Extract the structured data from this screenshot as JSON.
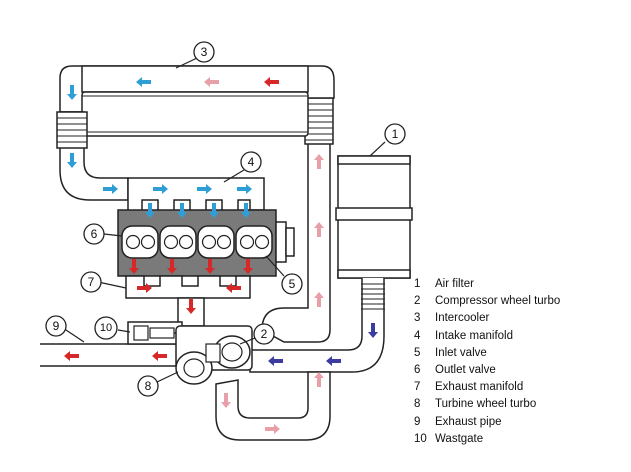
{
  "colors": {
    "outline": "#222222",
    "pipe_fill": "#ffffff",
    "engine_block": "#7a7a7a",
    "arrow_cool": "#2e9fd6",
    "arrow_warm": "#e8a0a8",
    "arrow_hot": "#d62828",
    "arrow_intake": "#3b3ba0"
  },
  "components": [
    {
      "number": "1",
      "name": "Air filter"
    },
    {
      "number": "2",
      "name": "Compressor wheel turbo"
    },
    {
      "number": "3",
      "name": "Intercooler"
    },
    {
      "number": "4",
      "name": "Intake manifold"
    },
    {
      "number": "5",
      "name": "Inlet valve"
    },
    {
      "number": "6",
      "name": "Outlet valve"
    },
    {
      "number": "7",
      "name": "Exhaust manifold"
    },
    {
      "number": "8",
      "name": "Turbine wheel turbo"
    },
    {
      "number": "9",
      "name": "Exhaust pipe"
    },
    {
      "number": "10",
      "name": "Wastgate"
    }
  ]
}
